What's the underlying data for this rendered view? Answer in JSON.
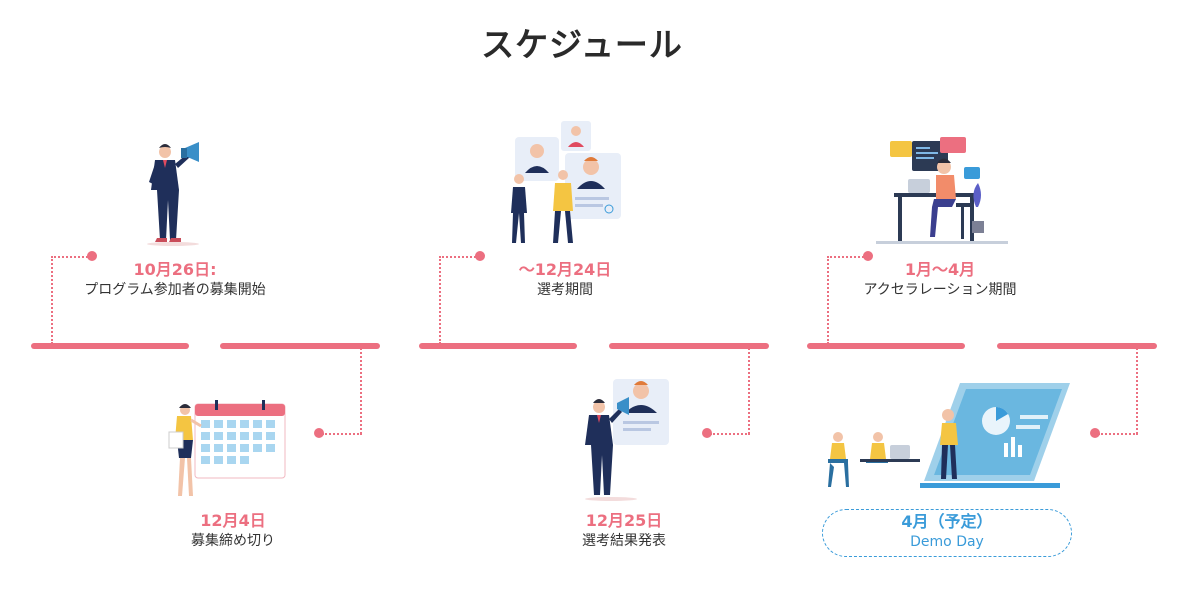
{
  "title": "スケジュール",
  "colors": {
    "accent": "#ec6f80",
    "blue": "#3a9bd9"
  },
  "events": [
    {
      "date": "10月26日:",
      "label": "プログラム参加者の募集開始",
      "illustration": "megaphone-man-icon"
    },
    {
      "date": "12月4日",
      "label": "募集締め切り",
      "illustration": "calendar-woman-icon"
    },
    {
      "date": "～12月24日",
      "label": "選考期間",
      "illustration": "interview-profiles-icon"
    },
    {
      "date": "12月25日",
      "label": "選考結果発表",
      "illustration": "announcement-profile-icon"
    },
    {
      "date": "1月～4月",
      "label": "アクセラレーション期間",
      "illustration": "developer-desk-icon"
    },
    {
      "date": "4月（予定）",
      "label": "Demo Day",
      "illustration": "presentation-screen-icon"
    }
  ]
}
